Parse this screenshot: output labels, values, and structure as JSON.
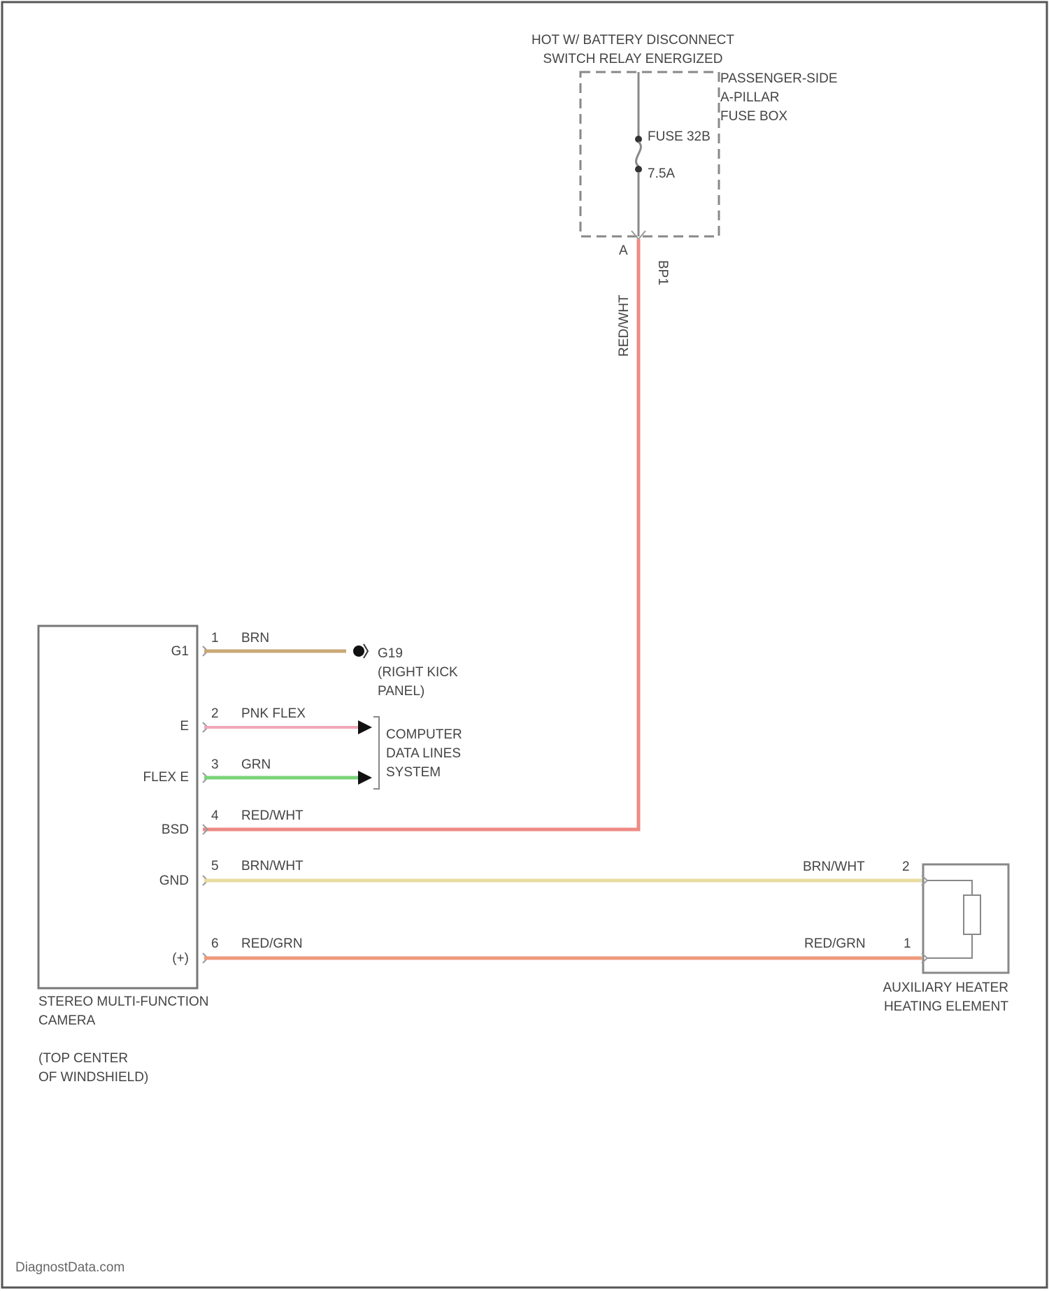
{
  "power_source": {
    "line1": "HOT W/ BATTERY DISCONNECT",
    "line2": "SWITCH RELAY ENERGIZED"
  },
  "fuse_box": {
    "name_lines": [
      "PASSENGER-SIDE",
      "A-PILLAR",
      "FUSE BOX"
    ],
    "fuse_label": "FUSE 32B",
    "fuse_rating": "7.5A",
    "pin_label": "A",
    "connector_label": "BP1"
  },
  "vertical_wire": {
    "color_label": "RED/WHT"
  },
  "camera": {
    "name_lines": [
      "STEREO MULTI-FUNCTION",
      "CAMERA"
    ],
    "location_lines": [
      "(TOP CENTER",
      "OF WINDSHIELD)"
    ],
    "pins": [
      {
        "num": "1",
        "signal": "G1",
        "wire": "BRN"
      },
      {
        "num": "2",
        "signal": "E",
        "wire": "PNK FLEX"
      },
      {
        "num": "3",
        "signal": "FLEX E",
        "wire": "GRN"
      },
      {
        "num": "4",
        "signal": "BSD",
        "wire": "RED/WHT"
      },
      {
        "num": "5",
        "signal": "GND",
        "wire": "BRN/WHT"
      },
      {
        "num": "6",
        "signal": "(+)",
        "wire": "RED/GRN"
      }
    ]
  },
  "ground": {
    "name": "G19",
    "location_lines": [
      "(RIGHT KICK",
      "PANEL)"
    ]
  },
  "data_system": {
    "lines": [
      "COMPUTER",
      "DATA LINES",
      "SYSTEM"
    ]
  },
  "heater": {
    "name_lines": [
      "AUXILIARY HEATER",
      "HEATING ELEMENT"
    ],
    "pins": [
      {
        "num": "2",
        "wire": "BRN/WHT"
      },
      {
        "num": "1",
        "wire": "RED/GRN"
      }
    ]
  },
  "footer": "DiagnostData.com",
  "colors": {
    "red_wht": "#ee8a84",
    "brn": "#c8a878",
    "pnk": "#f0a8b8",
    "grn": "#7ad47a",
    "brn_wht": "#e8dca0",
    "red_grn": "#ee9a7a",
    "frame": "#777777"
  }
}
